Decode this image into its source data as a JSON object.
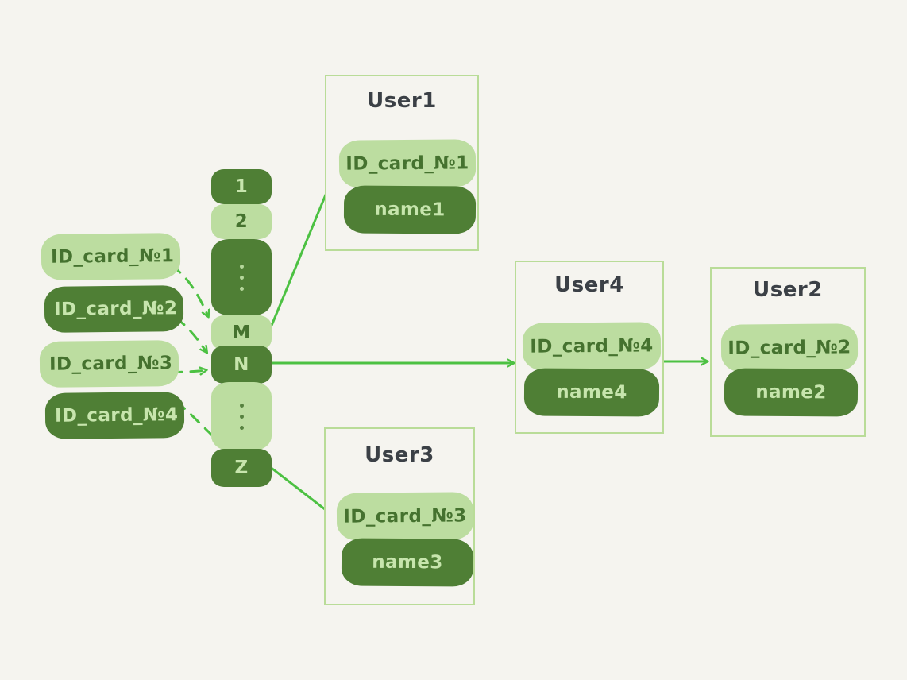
{
  "meta": {
    "background_color": "#f5f4ef",
    "light_green": "#bcdda0",
    "dark_green": "#4f7f35",
    "light_text": "#c7e5ad",
    "dark_text": "#45722f",
    "border_green": "#b9dc98",
    "title_color": "#3b4046",
    "arrow_color": "#4cc142"
  },
  "id_labels": [
    {
      "text": "ID_card_№1",
      "style": "light"
    },
    {
      "text": "ID_card_№2",
      "style": "dark"
    },
    {
      "text": "ID_card_№3",
      "style": "light"
    },
    {
      "text": "ID_card_№4",
      "style": "dark"
    }
  ],
  "hash_column": {
    "name": "hash-table-column",
    "cells": [
      {
        "label": "1",
        "style": "dark",
        "kind": "text"
      },
      {
        "label": "2",
        "style": "light",
        "kind": "text"
      },
      {
        "label": "⋮",
        "style": "dark",
        "kind": "dots"
      },
      {
        "label": "M",
        "style": "light",
        "kind": "text"
      },
      {
        "label": "N",
        "style": "dark",
        "kind": "text"
      },
      {
        "label": "⋮",
        "style": "light",
        "kind": "dots"
      },
      {
        "label": "Z",
        "style": "dark",
        "kind": "text"
      }
    ]
  },
  "user_cards": [
    {
      "title": "User1",
      "id_card": "ID_card_№1",
      "name": "name1"
    },
    {
      "title": "User4",
      "id_card": "ID_card_№4",
      "name": "name4"
    },
    {
      "title": "User2",
      "id_card": "ID_card_№2",
      "name": "name2"
    },
    {
      "title": "User3",
      "id_card": "ID_card_№3",
      "name": "name3"
    }
  ],
  "connections": [
    {
      "from": "ID_card_№1",
      "to": "cell-M",
      "style": "dashed"
    },
    {
      "from": "ID_card_№2",
      "to": "cell-N",
      "style": "dashed"
    },
    {
      "from": "ID_card_№3",
      "to": "cell-N",
      "style": "dashed"
    },
    {
      "from": "ID_card_№4",
      "to": "cell-Z",
      "style": "dashed"
    },
    {
      "from": "cell-M",
      "to": "User1",
      "style": "solid"
    },
    {
      "from": "cell-N",
      "to": "User4",
      "style": "solid"
    },
    {
      "from": "cell-Z",
      "to": "User3",
      "style": "solid"
    },
    {
      "from": "User4",
      "to": "User2",
      "style": "solid"
    }
  ]
}
